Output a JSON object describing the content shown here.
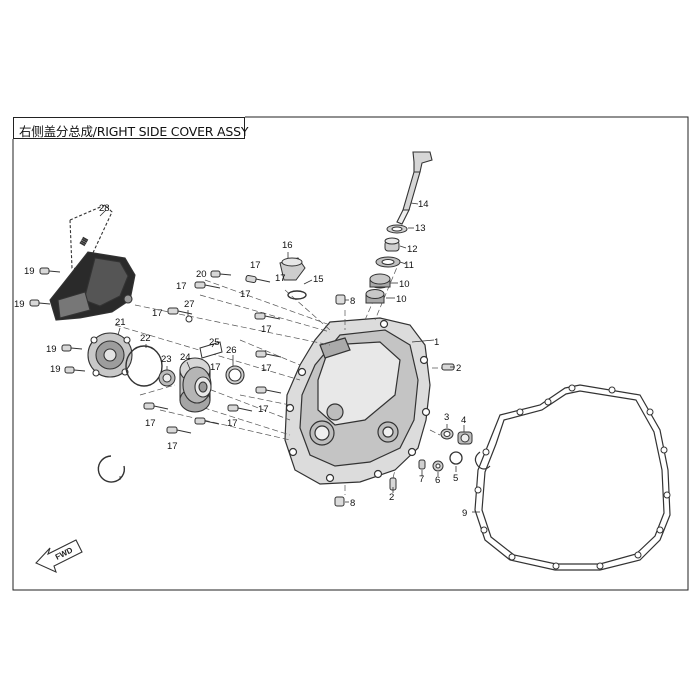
{
  "diagram": {
    "title": "右侧盖分总成/RIGHT SIDE COVER ASSY",
    "fwd_label": "FWD",
    "callouts": [
      "1",
      "2",
      "2",
      "3",
      "4",
      "5",
      "6",
      "7",
      "8",
      "8",
      "9",
      "10",
      "10",
      "11",
      "12",
      "13",
      "14",
      "15",
      "16",
      "17",
      "17",
      "17",
      "17",
      "17",
      "17",
      "17",
      "17",
      "17",
      "17",
      "17",
      "17",
      "19",
      "19",
      "19",
      "19",
      "20",
      "21",
      "22",
      "23",
      "24",
      "25",
      "26",
      "27",
      "28"
    ]
  }
}
